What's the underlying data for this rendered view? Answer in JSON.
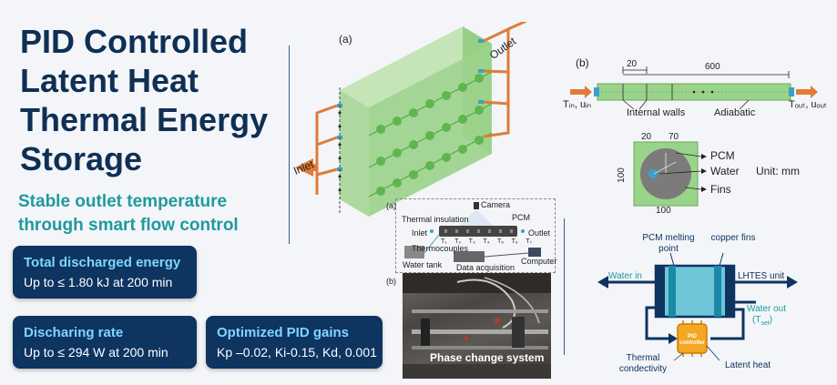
{
  "title": "PID Controlled Latent Heat Thermal Energy Storage",
  "subtitle": "Stable outlet temperature through smart flow control",
  "cards": {
    "energy": {
      "title": "Total discharged energy",
      "value": "Up to ≤ 1.80 kJ at 200 min"
    },
    "rate": {
      "title": "Discharing rate",
      "value": "Up to ≤ 294 W at 200 min"
    },
    "pid": {
      "title": "Optimized PID gains",
      "value": "Kp –0.02, Ki-0.15, Kd, 0.001"
    }
  },
  "fig_a": {
    "label": "(a)",
    "inlet": "Inlet",
    "outlet": "Outlet"
  },
  "fig_b": {
    "label": "(b)",
    "dim_small": "20",
    "dim_length": "600",
    "t_in": "Tᵢₙ, uᵢₙ",
    "t_out": "Tₒᵤₜ, uₒᵤₜ",
    "internal_walls": "Internal walls",
    "adiabatic": "Adiabatic"
  },
  "cross_section": {
    "dim_20": "20",
    "dim_70": "70",
    "dim_100_side": "100",
    "dim_100_bottom": "100",
    "pcm": "PCM",
    "water": "Water",
    "fins": "Fins",
    "unit": "Unit: mm"
  },
  "setup": {
    "label_a": "(a)",
    "label_b": "(b)",
    "camera": "Camera",
    "thermal_insulation": "Thermal insulation",
    "pcm": "PCM",
    "inlet": "Inlet",
    "outlet": "Outlet",
    "thermocouples": "Thermocouples",
    "water_tank": "Water tank",
    "data_acquisition": "Data acquisition",
    "computer": "Computer",
    "tc_labels": [
      "T₁",
      "T₂",
      "T₃",
      "T₄",
      "T₅",
      "T₆",
      "T₇"
    ],
    "photo_caption": "Phase change system"
  },
  "schematic": {
    "pcm_melting": "PCM melting point",
    "copper_fins": "copper fins",
    "water_in": "Water in",
    "lhtes_unit": "LHTES unit",
    "water_out": "Water out",
    "t_set": "(T",
    "t_set_sub": "set",
    "t_set_close": ")",
    "pid_chip": "PID controller",
    "thermal_cond": "Thermal condectivity",
    "latent_heat": "Latent heat"
  },
  "colors": {
    "navy": "#0e3460",
    "teal": "#1f9a9e",
    "green": "#9ad38a",
    "orange": "#e07b39"
  }
}
